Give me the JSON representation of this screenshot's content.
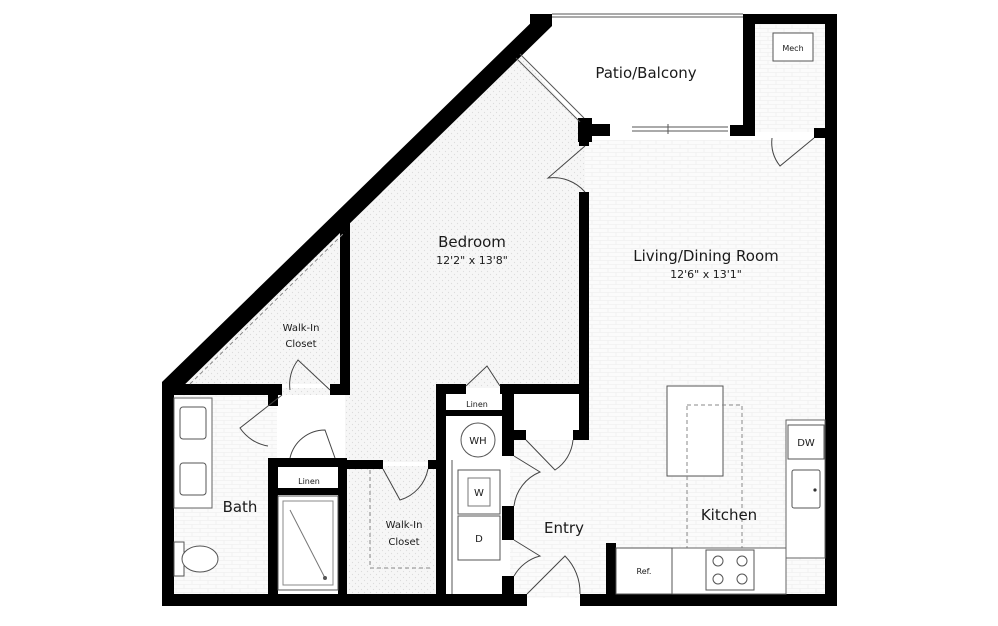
{
  "rooms": {
    "patio": "Patio/Balcony",
    "mech": "Mech",
    "bedroom": "Bedroom",
    "bedroom_dim": "12'2\" x 13'8\"",
    "living": "Living/Dining Room",
    "living_dim": "12'6\" x 13'1\"",
    "walkin_closet_1_line1": "Walk-In",
    "walkin_closet_1_line2": "Closet",
    "walkin_closet_2_line1": "Walk-In",
    "walkin_closet_2_line2": "Closet",
    "bath": "Bath",
    "entry": "Entry",
    "kitchen": "Kitchen"
  },
  "fixtures": {
    "linen_top": "Linen",
    "linen_bath": "Linen",
    "wh": "WH",
    "washer": "W",
    "dryer": "D",
    "dishwasher": "DW",
    "fridge": "Ref."
  }
}
